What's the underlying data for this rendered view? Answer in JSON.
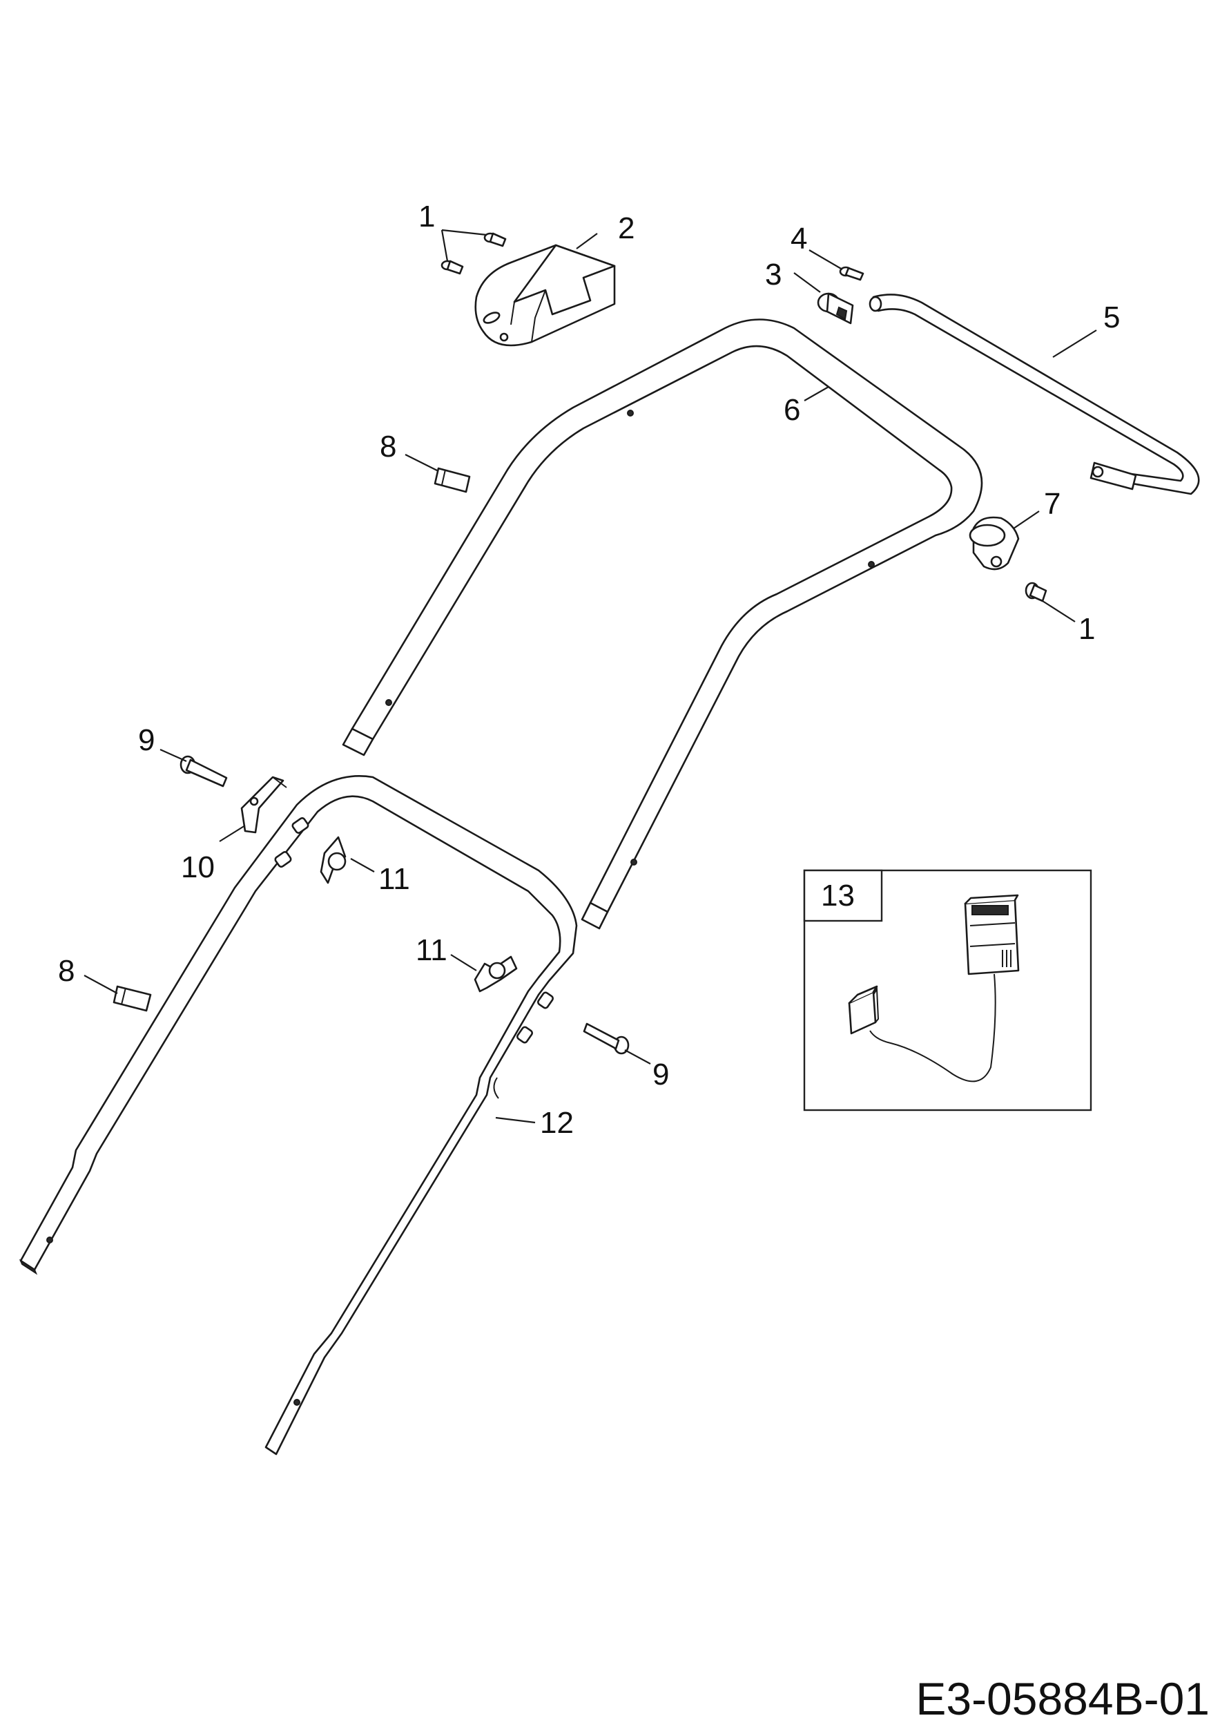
{
  "callouts": {
    "c1_top": "1",
    "c2": "2",
    "c3": "3",
    "c4": "4",
    "c5": "5",
    "c6": "6",
    "c7": "7",
    "c1_right": "1",
    "c8_top": "8",
    "c9_left": "9",
    "c10": "10",
    "c11_top": "11",
    "c11_mid": "11",
    "c8_bottom": "8",
    "c9_right": "9",
    "c12": "12",
    "c13": "13"
  },
  "drawing_code": "E3-05884B-01"
}
